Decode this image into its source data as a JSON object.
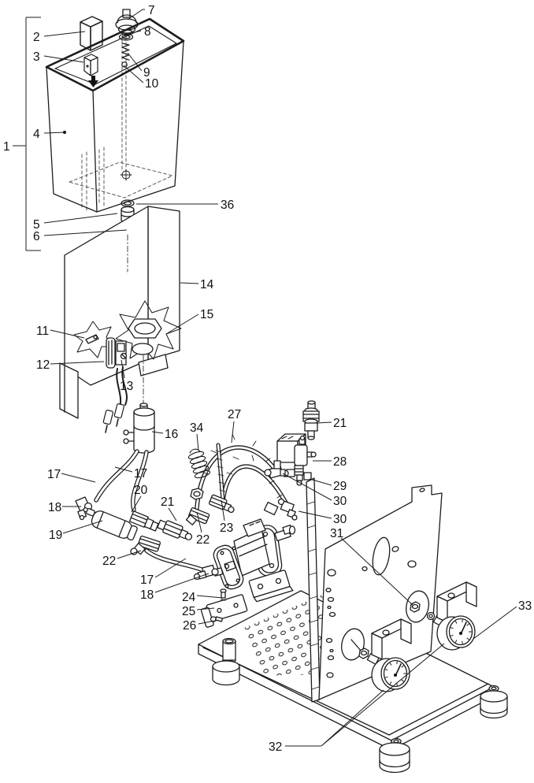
{
  "figure": {
    "type": "exploded-parts-diagram",
    "subject": "water tank, solenoid valve, pump and pressure gauge assembly",
    "background_color": "#ffffff",
    "line_color": "#1c1c1c"
  },
  "callouts": [
    {
      "label": "7"
    },
    {
      "label": "2"
    },
    {
      "label": "8"
    },
    {
      "label": "3"
    },
    {
      "label": "9"
    },
    {
      "label": "10"
    },
    {
      "label": "4"
    },
    {
      "label": "1"
    },
    {
      "label": "36"
    },
    {
      "label": "5"
    },
    {
      "label": "6"
    },
    {
      "label": "14"
    },
    {
      "label": "15"
    },
    {
      "label": "11"
    },
    {
      "label": "12"
    },
    {
      "label": "13"
    },
    {
      "label": "27"
    },
    {
      "label": "34"
    },
    {
      "label": "21"
    },
    {
      "label": "16"
    },
    {
      "label": "28"
    },
    {
      "label": "17"
    },
    {
      "label": "17"
    },
    {
      "label": "29"
    },
    {
      "label": "30"
    },
    {
      "label": "20"
    },
    {
      "label": "18"
    },
    {
      "label": "21"
    },
    {
      "label": "30"
    },
    {
      "label": "19"
    },
    {
      "label": "31"
    },
    {
      "label": "23"
    },
    {
      "label": "22"
    },
    {
      "label": "22"
    },
    {
      "label": "17"
    },
    {
      "label": "18"
    },
    {
      "label": "24"
    },
    {
      "label": "25"
    },
    {
      "label": "26"
    },
    {
      "label": "33"
    },
    {
      "label": "32"
    }
  ]
}
